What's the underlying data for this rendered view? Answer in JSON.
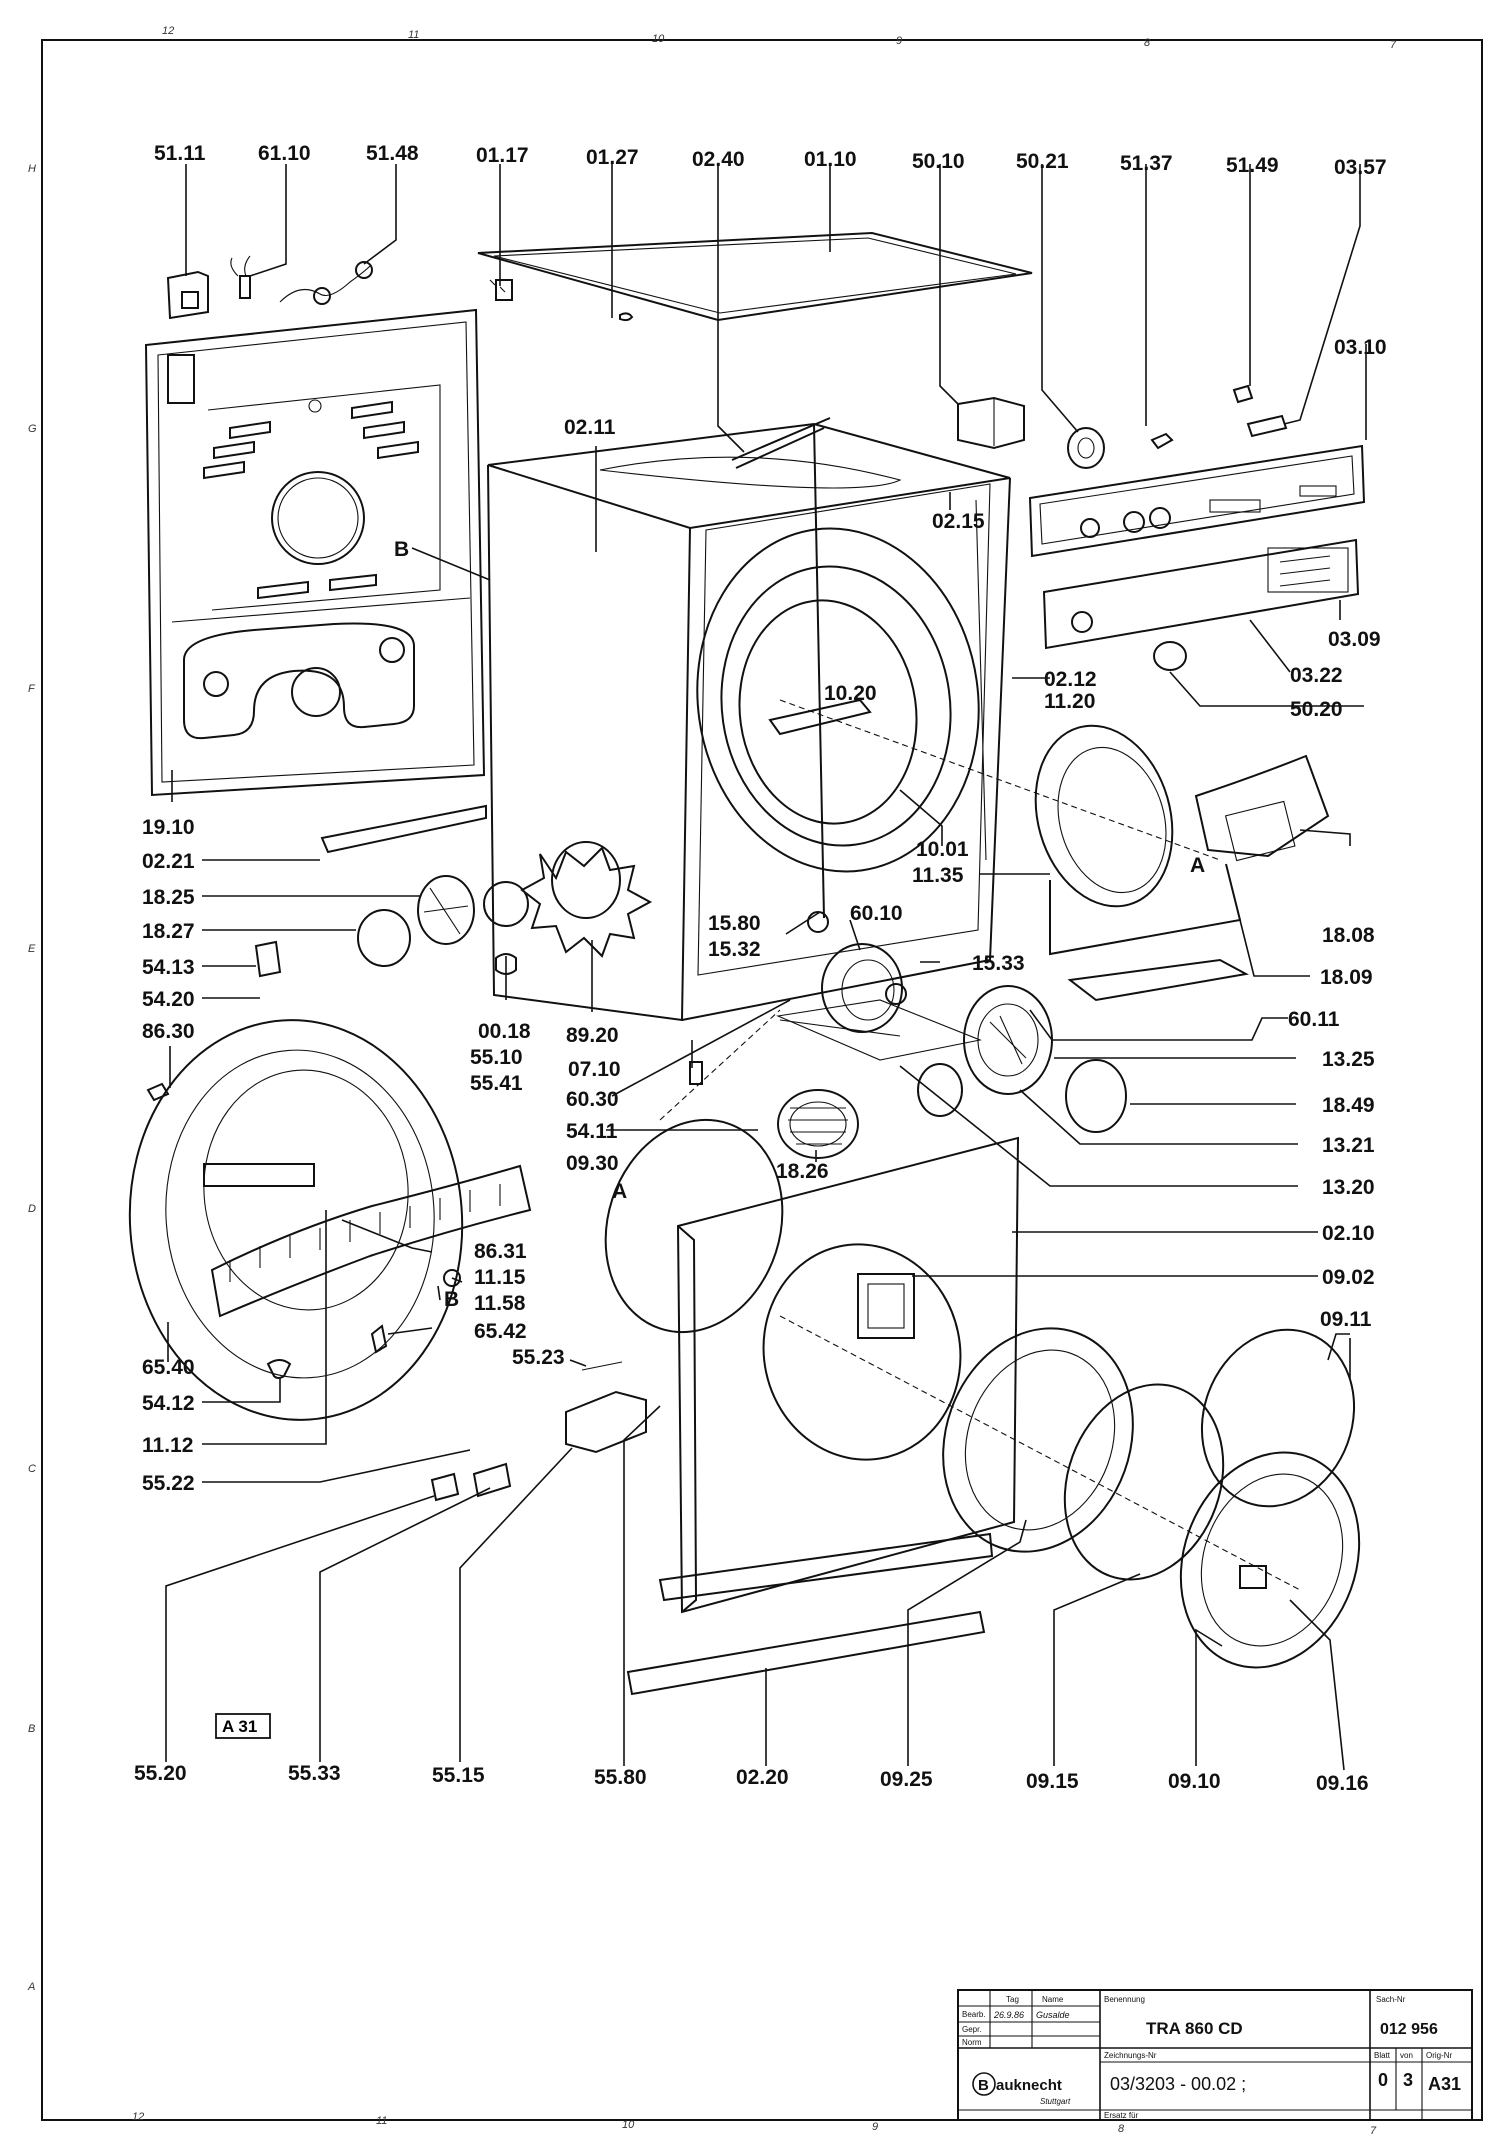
{
  "grid_refs": {
    "top": [
      "12",
      "11",
      "10",
      "9",
      "8",
      "7"
    ],
    "bottom": [
      "12",
      "11",
      "10",
      "9",
      "8",
      "7"
    ],
    "left": [
      "H",
      "G",
      "F",
      "E",
      "D",
      "C",
      "B",
      "A"
    ]
  },
  "labels": {
    "p5111": "51.11",
    "p6110": "61.10",
    "p5148": "51.48",
    "p0117": "01.17",
    "p0127": "01.27",
    "p0240": "02.40",
    "p0110": "01.10",
    "p5010": "50.10",
    "p5021": "50.21",
    "p5137": "51.37",
    "p5149": "51.49",
    "p0357": "03.57",
    "p0310": "03.10",
    "p0211": "02.11",
    "pB1": "B",
    "p0215": "02.15",
    "p0309": "03.09",
    "p0322": "03.22",
    "p5020": "50.20",
    "p0212": "02.12",
    "p1120": "11.20",
    "p1020": "10.20",
    "p1910": "19.10",
    "p0221": "02.21",
    "p1001": "10.01",
    "p1135": "11.35",
    "pA1": "A",
    "p1808": "18.08",
    "p1825": "18.25",
    "p1827": "18.27",
    "p1580": "15.80",
    "p6010": "60.10",
    "p1532": "15.32",
    "p1533": "15.33",
    "p1809": "18.09",
    "p5413": "54.13",
    "p5420": "54.20",
    "p0018": "00.18",
    "p8920": "89.20",
    "p6011": "60.11",
    "p8630": "86.30",
    "p5510": "55.10",
    "p5541": "55.41",
    "p0710": "07.10",
    "p1325": "13.25",
    "p6030": "60.30",
    "p1849": "18.49",
    "p5411": "54.11",
    "p1321": "13.21",
    "p0930": "09.30",
    "p1826": "18.26",
    "p1320": "13.20",
    "pA2": "A",
    "p0210": "02.10",
    "p8631": "86.31",
    "p1115": "11.15",
    "p0902": "09.02",
    "pB2": "B",
    "p1158": "11.58",
    "p0911": "09.11",
    "p6542": "65.42",
    "p6540": "65.40",
    "p5523": "55.23",
    "p5412": "54.12",
    "p1112": "11.12",
    "p5522": "55.22",
    "p5520": "55.20",
    "p5533": "55.33",
    "p5515": "55.15",
    "p5580": "55.80",
    "p0220": "02.20",
    "p0925": "09.25",
    "p0915": "09.15",
    "p0910": "09.10",
    "p0916": "09.16"
  },
  "sheet_tag": "A 31",
  "title_block": {
    "date": "26.9.86",
    "name": "Gusalde",
    "model": "TRA 860 CD",
    "sach_nr": "012 956",
    "drawing_no": "03/3203 - 00.02 ;",
    "brand": "Bauknecht",
    "brand_sub": "Stuttgart",
    "blatt": "0",
    "von": "3",
    "sheet": "A31",
    "small_headers": {
      "tag": "Tag",
      "name_h": "Name",
      "bezeichnung": "Benennung",
      "sach": "Sach-Nr",
      "bearb": "Bearb.",
      "gepr": "Gepr.",
      "norm": "Norm",
      "zeichnungs": "Zeichnungs-Nr",
      "ersatz": "Ersatz für",
      "blatt_h": "Blatt",
      "von_h": "von",
      "orig": "Orig-Nr"
    }
  }
}
